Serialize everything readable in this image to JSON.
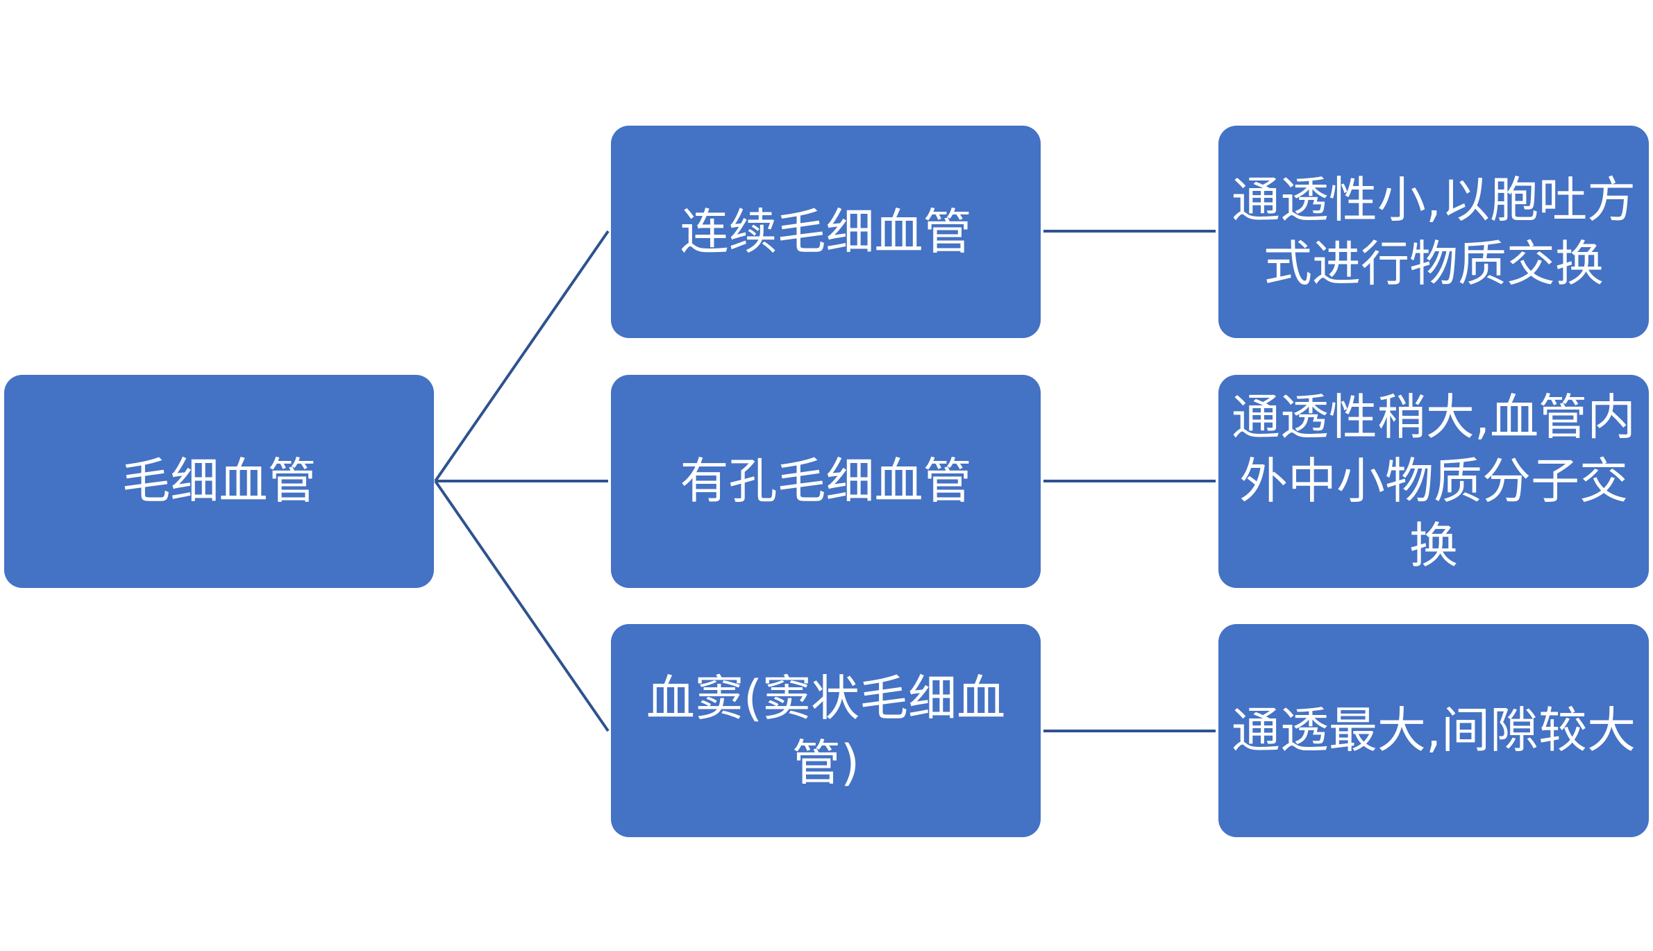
{
  "diagram": {
    "root": {
      "label": "毛细血管"
    },
    "branches": [
      {
        "type": "连续毛细血管",
        "description": "通透性小,以胞吐方式进行物质交换"
      },
      {
        "type": "有孔毛细血管",
        "description": "通透性稍大,血管内外中小物质分子交换"
      },
      {
        "type": "血窦(窦状毛细血管)",
        "description": "通透最大,间隙较大"
      }
    ]
  },
  "colors": {
    "node_fill": "#4472C4",
    "connector": "#2F528F",
    "text": "#FFFFFF"
  }
}
